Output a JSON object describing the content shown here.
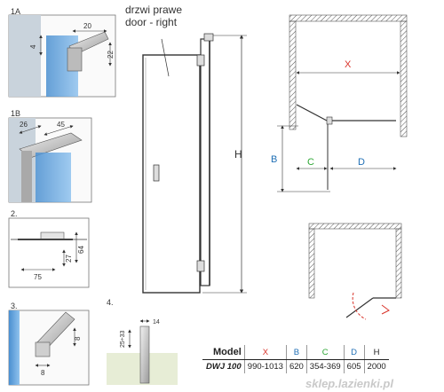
{
  "door": {
    "label_pl": "drzwi prawe",
    "label_en": "door - right",
    "height_label": "H"
  },
  "details": {
    "d1a": {
      "label": "1A",
      "dims": [
        "20",
        "4",
        "22"
      ]
    },
    "d1b": {
      "label": "1B",
      "dims": [
        "26",
        "45"
      ]
    },
    "d2": {
      "label": "2.",
      "dims": [
        "64",
        "27",
        "75"
      ]
    },
    "d3": {
      "label": "3.",
      "dims": [
        "8",
        "8"
      ]
    },
    "d4": {
      "label": "4.",
      "dims": [
        "25÷33",
        "14"
      ]
    }
  },
  "plan": {
    "x_label": "X",
    "b_label": "B",
    "c_label": "C",
    "d_label": "D"
  },
  "table": {
    "headers": [
      "Model",
      "X",
      "B",
      "C",
      "D",
      "H"
    ],
    "header_colors": [
      "#222222",
      "#d9342b",
      "#1f6fb5",
      "#2ea836",
      "#1f6fb5",
      "#222222"
    ],
    "row": [
      "DWJ 100",
      "990-1013",
      "620",
      "354-369",
      "605",
      "2000"
    ]
  },
  "watermark": "sklep.lazienki.pl"
}
